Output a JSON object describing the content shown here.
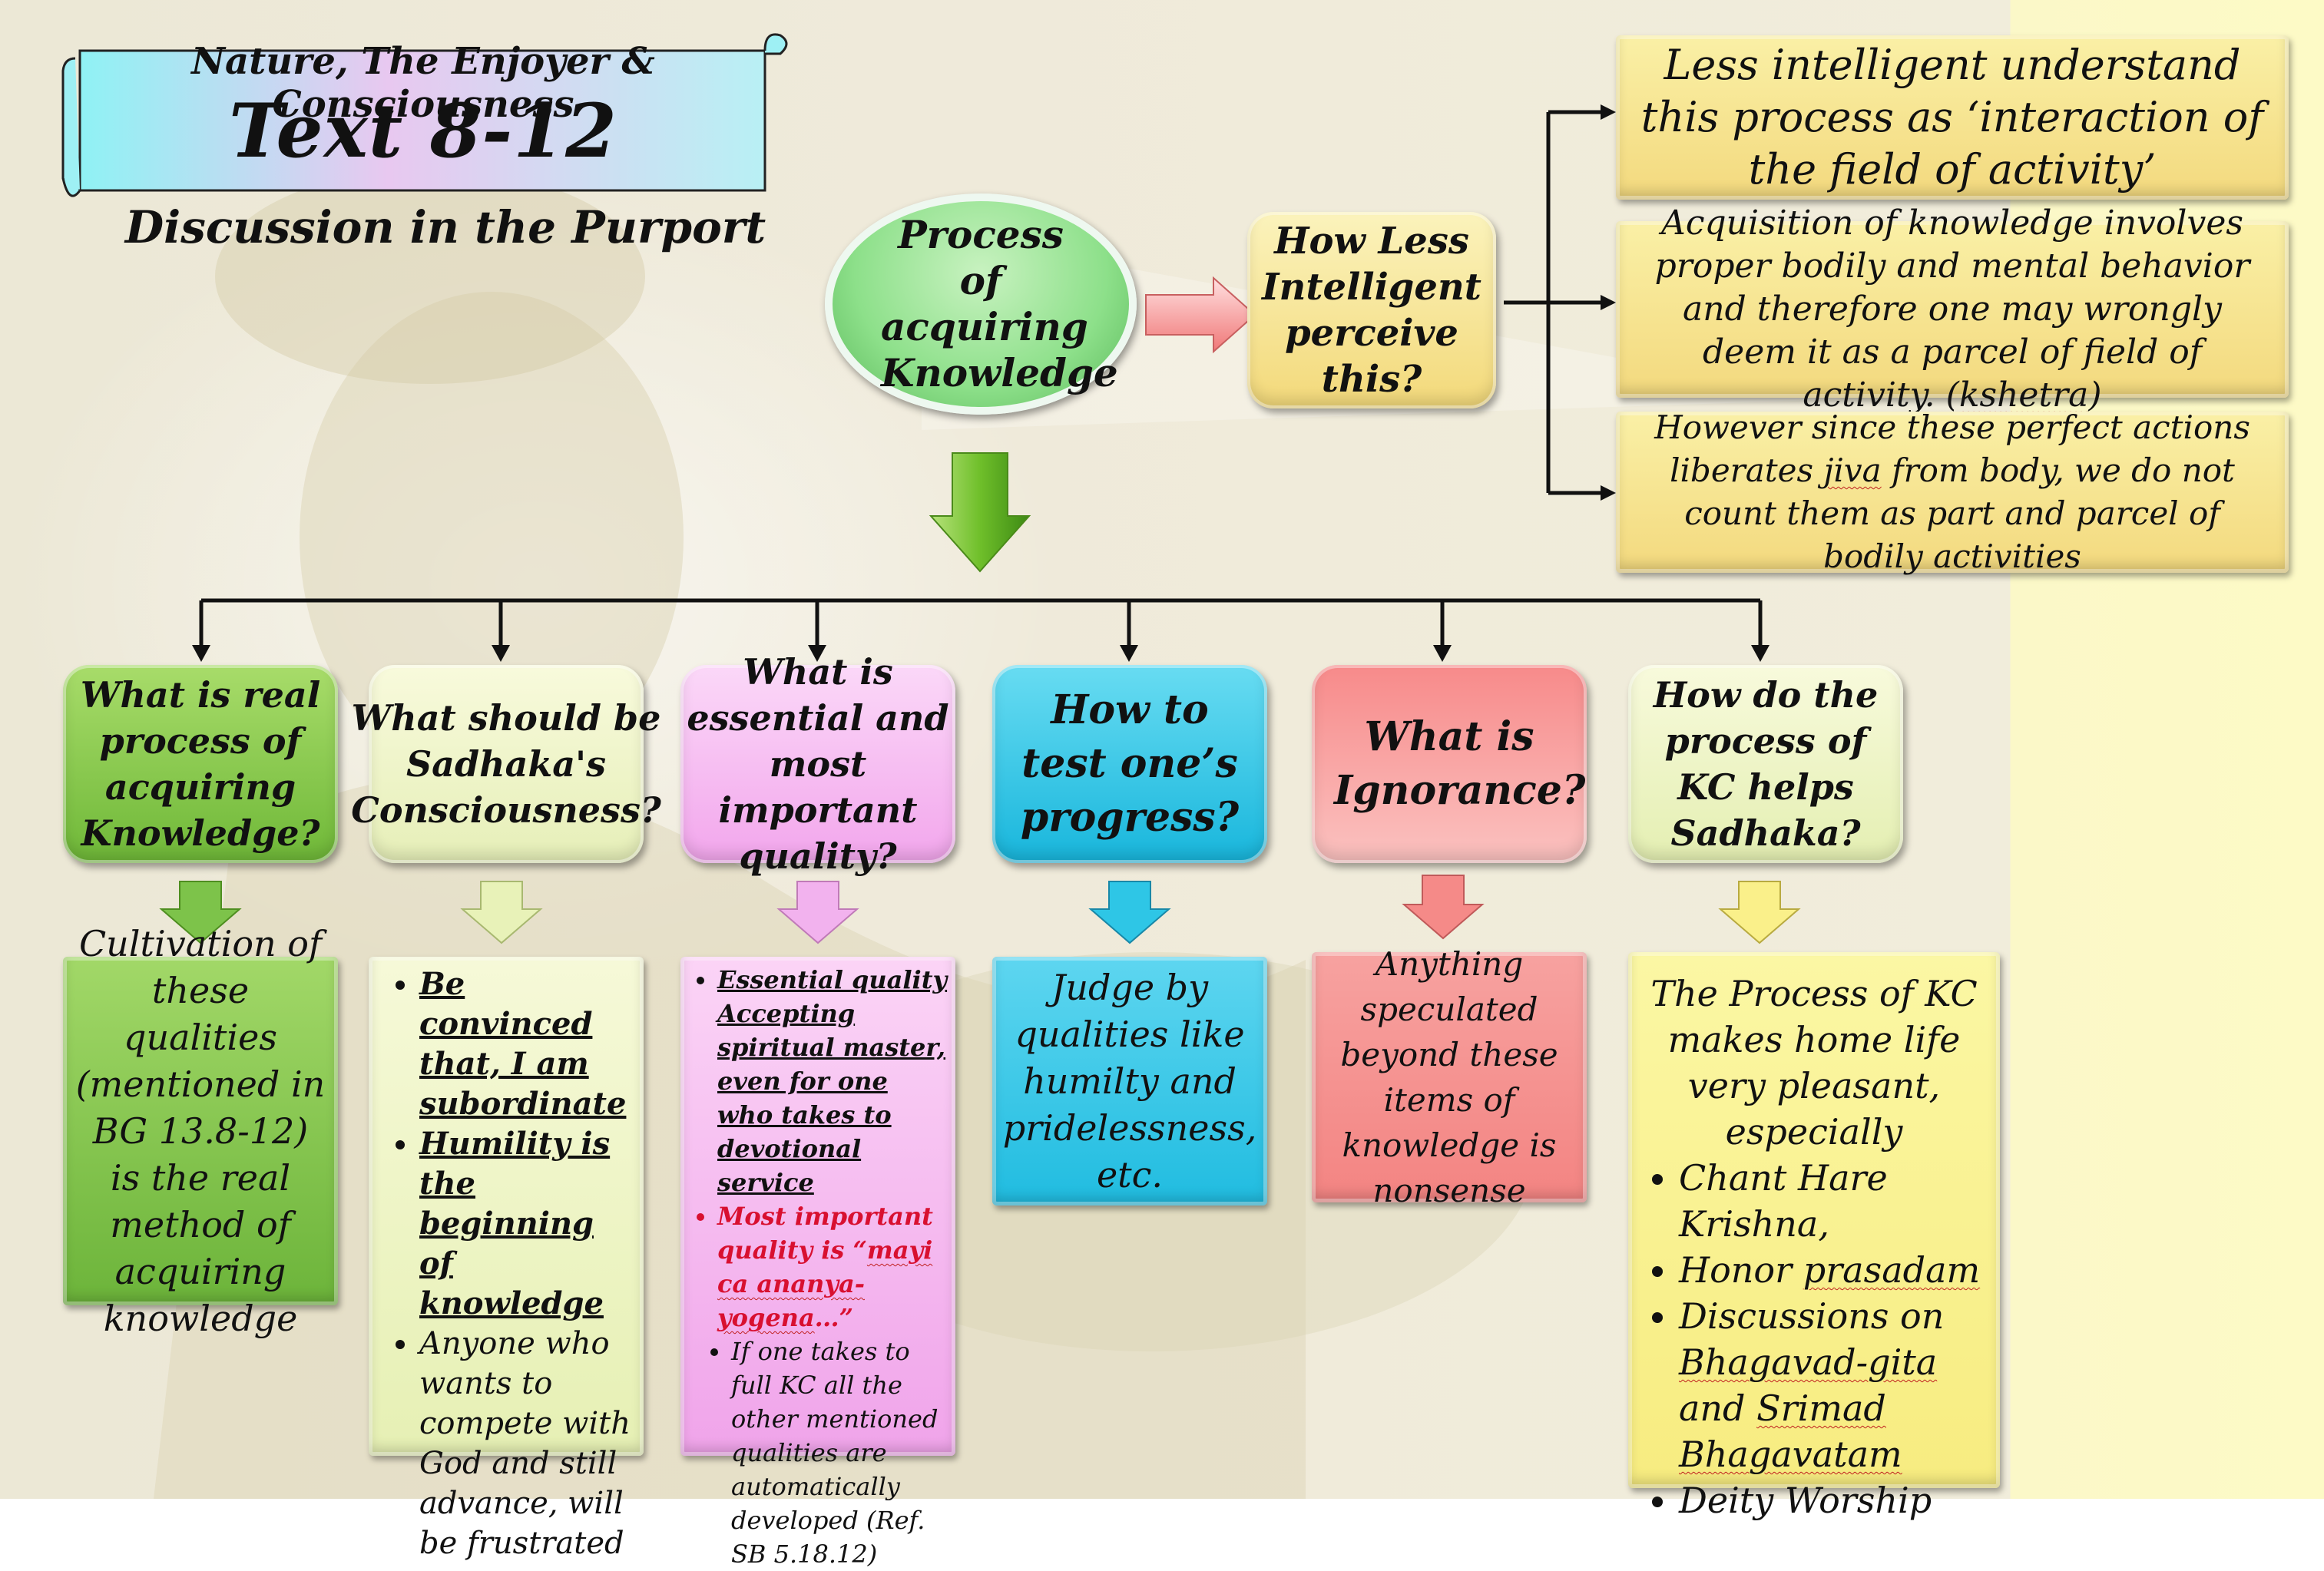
{
  "header": {
    "subtitle": "Nature, The Enjoyer & Consciousness",
    "title": "Text 8-12",
    "caption": "Discussion in the Purport"
  },
  "center_node": {
    "label": "Process of acquiring Knowledge"
  },
  "question_node": {
    "label": "How Less Intelligent perceive this?"
  },
  "right_boxes": [
    {
      "text": "Less intelligent understand this process as ‘interaction of the field of activity’"
    },
    {
      "text": "Acquisition of knowledge involves proper bodily and mental behavior and therefore one may wrongly deem it as a parcel of field of activity. (kshetra)"
    },
    {
      "text": "However since these perfect actions liberates jiva from body, we do not count them as part and parcel of bodily activities"
    }
  ],
  "columns": [
    {
      "question": "What is real process of acquiring Knowledge?",
      "answer": "Cultivation of these qualities (mentioned in BG 13.8-12) is the real method of acquiring knowledge"
    },
    {
      "question": "What should be Sadhaka's Consciousness?",
      "answer_items": [
        "Be convinced that, I am subordinate",
        "Humility is the beginning of knowledge",
        "Anyone who wants to compete with God and still advance, will be frustrated"
      ]
    },
    {
      "question": "What is essential and most important quality?",
      "answer_items": [
        "Essential quality Accepting spiritual master, even for one who takes to devotional service",
        "Most important quality is “mayi ca ananya-yogena…”",
        "If one takes to full KC all the other mentioned qualities are automatically developed (Ref. SB 5.18.12)"
      ]
    },
    {
      "question": "How to test one’s progress?",
      "answer": "Judge by qualities like humilty and pridelessness, etc."
    },
    {
      "question": "What is Ignorance?",
      "answer": "Anything speculated beyond these items of knowledge is nonsense"
    },
    {
      "question": "How do the process of KC helps Sadhaka?",
      "answer_intro": "The Process of KC makes home life very pleasant, especially",
      "answer_items": [
        "Chant Hare Krishna,",
        "Honor prasadam",
        "Discussions on Bhagavad-gita and Srimad Bhagavatam",
        "Deity Worship"
      ]
    }
  ],
  "colors": {
    "green": "#7dc34a",
    "pale_green": "#eef5c8",
    "pink": "#f7b6f0",
    "cyan": "#2ec6e6",
    "salmon": "#f58a88",
    "yellow": "#faf08a",
    "gold": "#f6e28e"
  }
}
